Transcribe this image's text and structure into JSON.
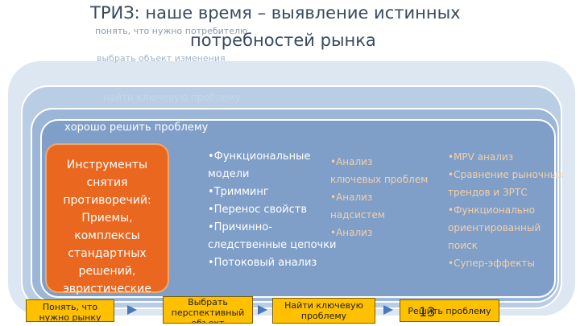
{
  "title_line1": "ТРИЗ: наше время – выявление истинных",
  "title_line2": "потребностей рынка",
  "layer1_label": "понять, что нужно потребителю",
  "layer2_label": "выбрать объект изменения",
  "layer3_label": "найти ключевую проблему",
  "layer4_label": "хорошо решить проблему",
  "orange_box_text": [
    "Инструменты",
    "снятия",
    "противоречий:",
    "Приемы,",
    "комплексы",
    "стандартных",
    "решений,",
    "эвристические"
  ],
  "col1_items": [
    "•Функциональные модели",
    "•Тримминг",
    "•Перенос свойств",
    "•Причинно-следственные цепочки",
    "•Потоковый анализ"
  ],
  "col2_items": [
    "•Анализ",
    "ключевых проблем",
    "•Анализ",
    "надсистем",
    "•Анализ"
  ],
  "col3_items": [
    "•MPV анализ",
    "•Сравнение рыночных трендов и ЗРТС",
    "•Функционально ориентированный поиск",
    "•Супер-эффекты"
  ],
  "steps": [
    "Понять, что нужно рынку",
    "Выбрать перспективный объект",
    "Найти ключевую проблему",
    "Решить проблему"
  ],
  "page_number": "13",
  "colors": {
    "orange": "#e9671f",
    "step_yellow": "#ffc000",
    "arrow_blue": "#4a78b8"
  }
}
